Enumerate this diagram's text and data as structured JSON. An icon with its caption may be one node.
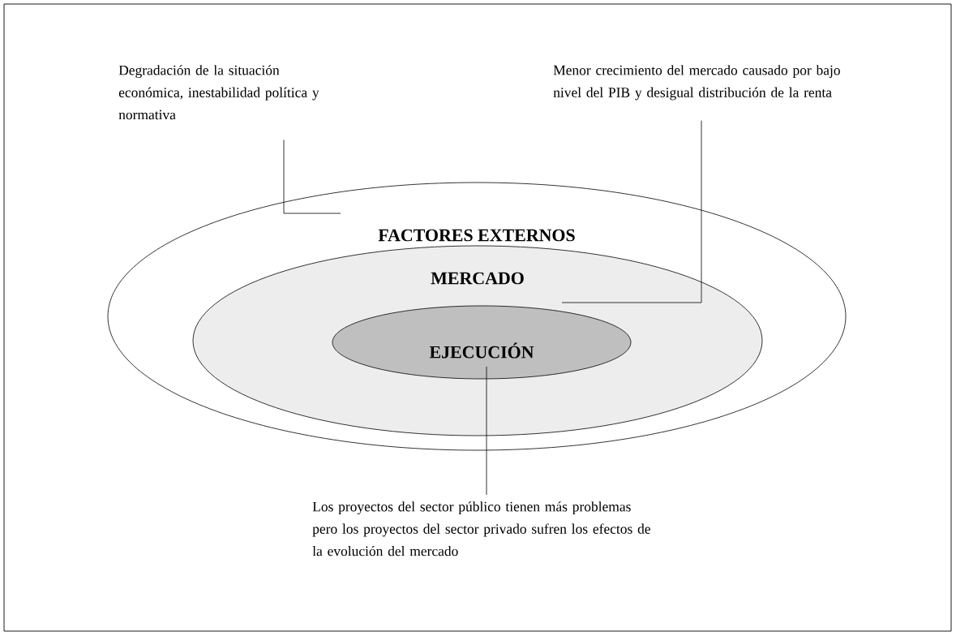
{
  "diagram": {
    "nodes": [
      {
        "text": [
          "FACTORES EXTERNOS"
        ]
      },
      {
        "text": [
          "MERCADO"
        ],
        "in": 0
      },
      {
        "text": [
          "EJECUCIÓN"
        ],
        "in": 1
      },
      {
        "text": [
          "Degradación de la situación económica, inestabilidad política y normativa"
        ]
      },
      {
        "text": [
          "Menor crecimiento del mercado causado por bajo nivel del PIB y desigual distribución de la renta"
        ]
      },
      {
        "text": [
          "Los proyectos del sector público tienen más problemas pero los proyectos del sector privado sufren los efectos de la evolución del mercado"
        ]
      }
    ],
    "edges": [
      {
        "from": 3,
        "to": 0,
        "arrow": "none"
      },
      {
        "from": 4,
        "to": 1,
        "arrow": "none"
      },
      {
        "from": 5,
        "to": 2,
        "arrow": "none"
      }
    ]
  }
}
